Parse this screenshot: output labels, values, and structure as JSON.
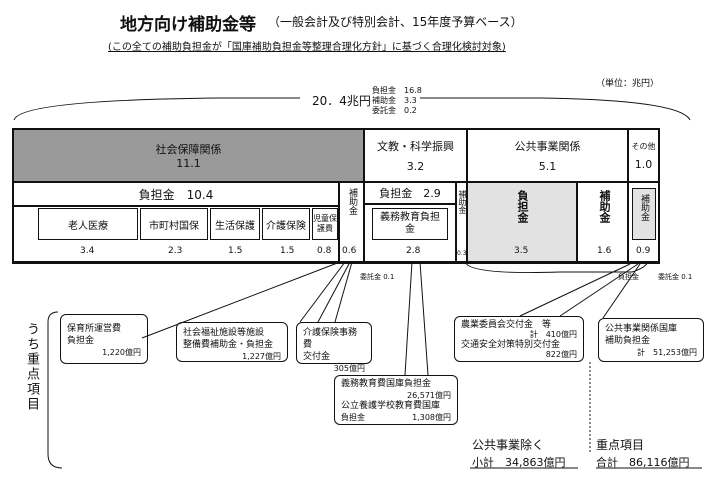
{
  "title": {
    "main": "地方向け補助金等",
    "sub": "（一般会計及び特別会計、15年度予算ベース）",
    "note": "(この全ての補助負担金が「国庫補助負担金等整理合理化方針」に基づく合理化検討対象)",
    "unit": "（単位：兆円）"
  },
  "total": {
    "label": "20．4兆円",
    "breakdown": [
      "負担金　16.8",
      "補助金　3.3",
      "委託金　0.2"
    ]
  },
  "categories": {
    "social": {
      "label": "社会保障関係",
      "value": "11.1"
    },
    "edu": {
      "label": "文教・科学振興",
      "value": "3.2"
    },
    "public": {
      "label": "公共事業関係",
      "value": "5.1"
    },
    "other": {
      "label": "その他",
      "value": "1.0"
    }
  },
  "social_row": {
    "futan_label": "負担金　10.4",
    "hojo_label": "補助金",
    "items": [
      {
        "label": "老人医療",
        "value": "3.4"
      },
      {
        "label": "市町村国保",
        "value": "2.3"
      },
      {
        "label": "生活保護",
        "value": "1.5"
      },
      {
        "label": "介護保険",
        "value": "1.5"
      },
      {
        "label": "児童保護費",
        "value": "0.8"
      }
    ],
    "hojo_value": "0.6"
  },
  "edu_row": {
    "futan_label": "負担金　2.9",
    "item_label": "義務教育負担金",
    "item_value": "2.8",
    "hojo_label": "補助金",
    "hojo_value": "0.3"
  },
  "public_row": {
    "futan_label": "負担金",
    "futan_value": "3.5",
    "hojo_label": "補助金",
    "hojo_value": "1.6"
  },
  "other_row": {
    "hojo_label": "補助金",
    "hojo_value": "0.9"
  },
  "small_labels": {
    "itaku1": "委託金 0.1",
    "futan": "負担金",
    "itaku2": "委託金 0.1"
  },
  "side_label": "うち重点項目",
  "callouts": {
    "hoiku": {
      "line1": "保育所運営費",
      "line2": "負担金",
      "amount": "1,220億円"
    },
    "shakai": {
      "line1": "社会福祉施設等施設",
      "line2": "整備費補助金・負担金",
      "amount": "1,227億円"
    },
    "kaigo": {
      "line1": "介護保険事務費",
      "line2": "交付金",
      "amount": "305億円"
    },
    "gimu": {
      "line1": "義務教育費国庫負担金",
      "amount1": "26,571億円",
      "line2": "公立養護学校教育費国庫",
      "line3": "負担金",
      "amount2": "1,308億円"
    },
    "nogyo": {
      "line1": "農業委員会交付金　等",
      "amount1": "計　410億円",
      "line2": "交通安全対策特別交付金",
      "amount2": "822億円"
    },
    "kokyo": {
      "line1": "公共事業関係国庫",
      "line2": "補助負担金",
      "amount": "計　51,253億円"
    }
  },
  "summary": {
    "excl_label": "公共事業除く",
    "excl_value": "小計　34,863億円",
    "key_label": "重点項目",
    "key_value": "合計　86,116億円"
  }
}
